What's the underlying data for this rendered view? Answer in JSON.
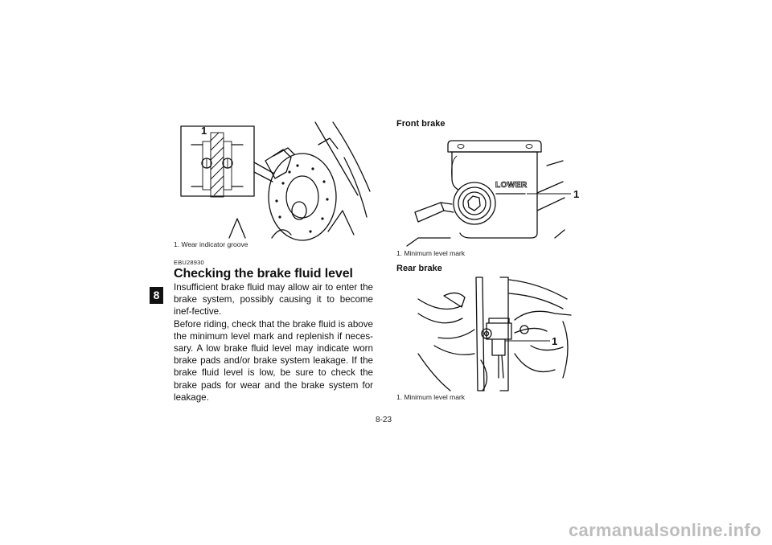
{
  "chapter_tab": "8",
  "figure1": {
    "callout": "1",
    "caption": "1. Wear indicator groove"
  },
  "section": {
    "code": "EBU28930",
    "title": "Checking the brake fluid level",
    "paragraphs": [
      "Insufficient brake fluid may allow air to enter the brake system, possibly causing it to become inef-fective.",
      "Before riding, check that the brake fluid is above the minimum level mark and replenish if neces-sary. A low brake fluid level may indicate worn brake pads and/or brake system leakage. If the brake fluid level is low, be sure to check the brake pads for wear and the brake system for leakage."
    ]
  },
  "front_brake": {
    "title": "Front brake",
    "mark_text": "LOWER",
    "callout": "1",
    "caption": "1. Minimum level mark"
  },
  "rear_brake": {
    "title": "Rear brake",
    "callout": "1",
    "caption": "1. Minimum level mark"
  },
  "page_number": "8-23",
  "watermark": "carmanualsonline.info"
}
